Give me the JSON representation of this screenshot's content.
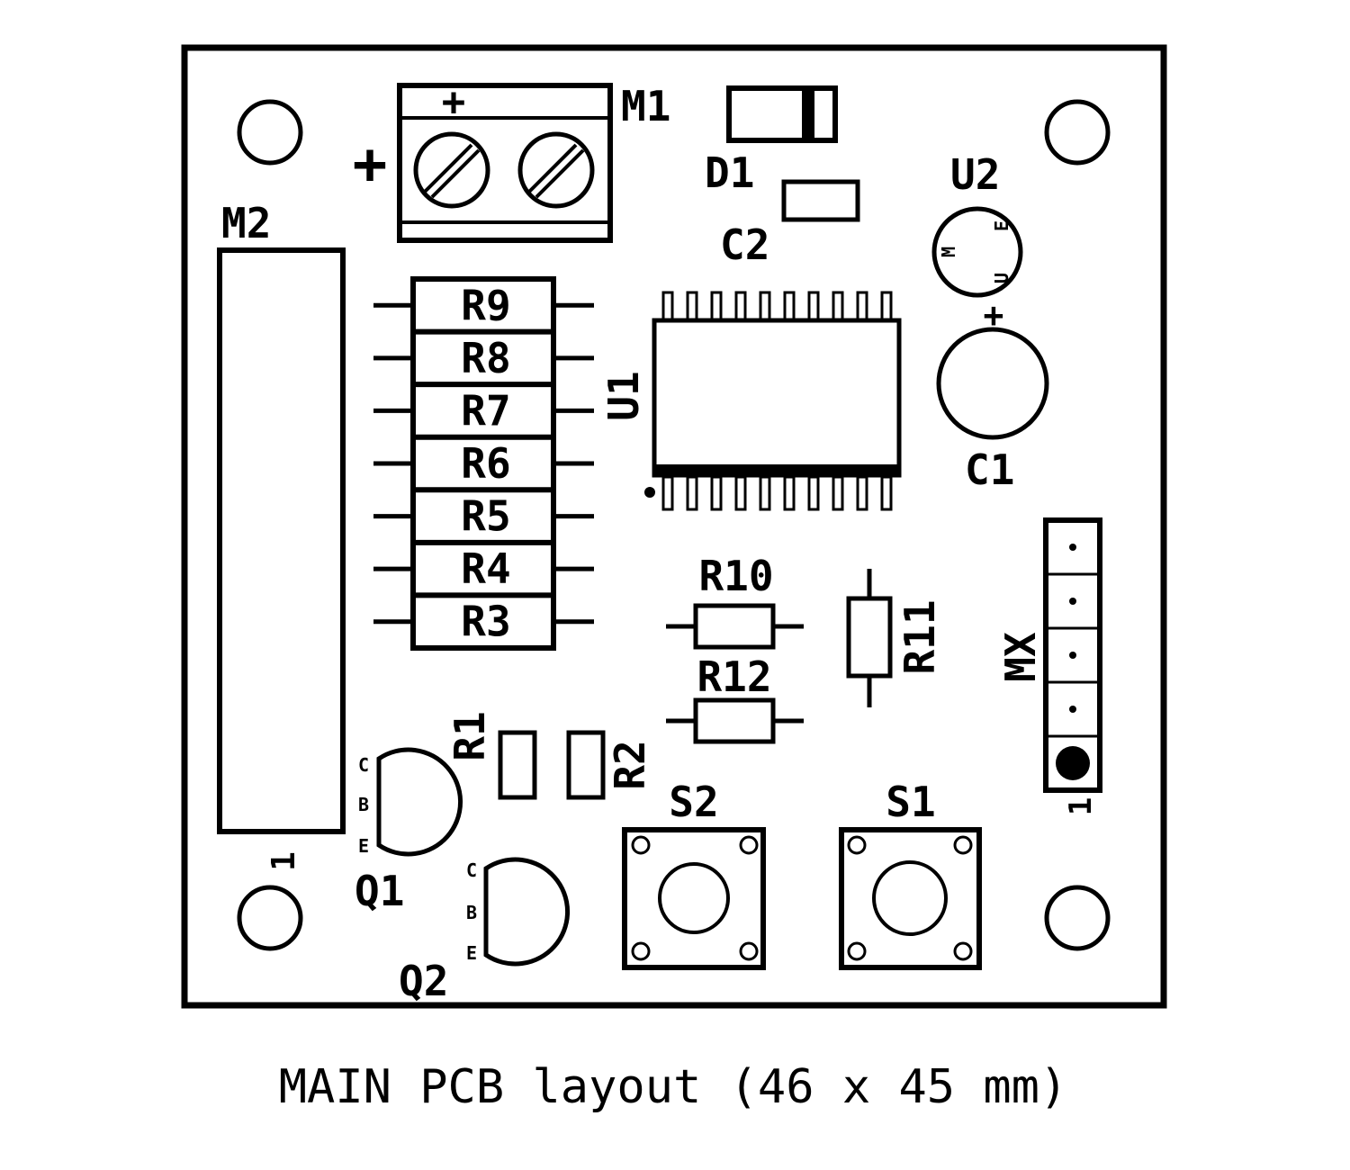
{
  "colors": {
    "ink": "#000000",
    "background": "#ffffff"
  },
  "caption": "MAIN PCB layout (46 x 45 mm)",
  "components": {
    "m1": "M1",
    "m1_plus": "+",
    "m1_side_plus": "+",
    "m2": "M2",
    "m2_pin1": "1",
    "d1": "D1",
    "c2": "C2",
    "u2": "U2",
    "u2_pin_e": "E",
    "u2_pin_m": "M",
    "u2_pin_u": "U",
    "c1": "C1",
    "c1_plus": "+",
    "u1": "U1",
    "resistor_array": [
      "R9",
      "R8",
      "R7",
      "R6",
      "R5",
      "R4",
      "R3"
    ],
    "r10": "R10",
    "r11": "R11",
    "r12": "R12",
    "r1": "R1",
    "r2": "R2",
    "q1": "Q1",
    "q2": "Q2",
    "pin_c": "C",
    "pin_b": "B",
    "pin_e": "E",
    "s1": "S1",
    "s2": "S2",
    "mx": "MX",
    "mx_pin1": "1"
  }
}
